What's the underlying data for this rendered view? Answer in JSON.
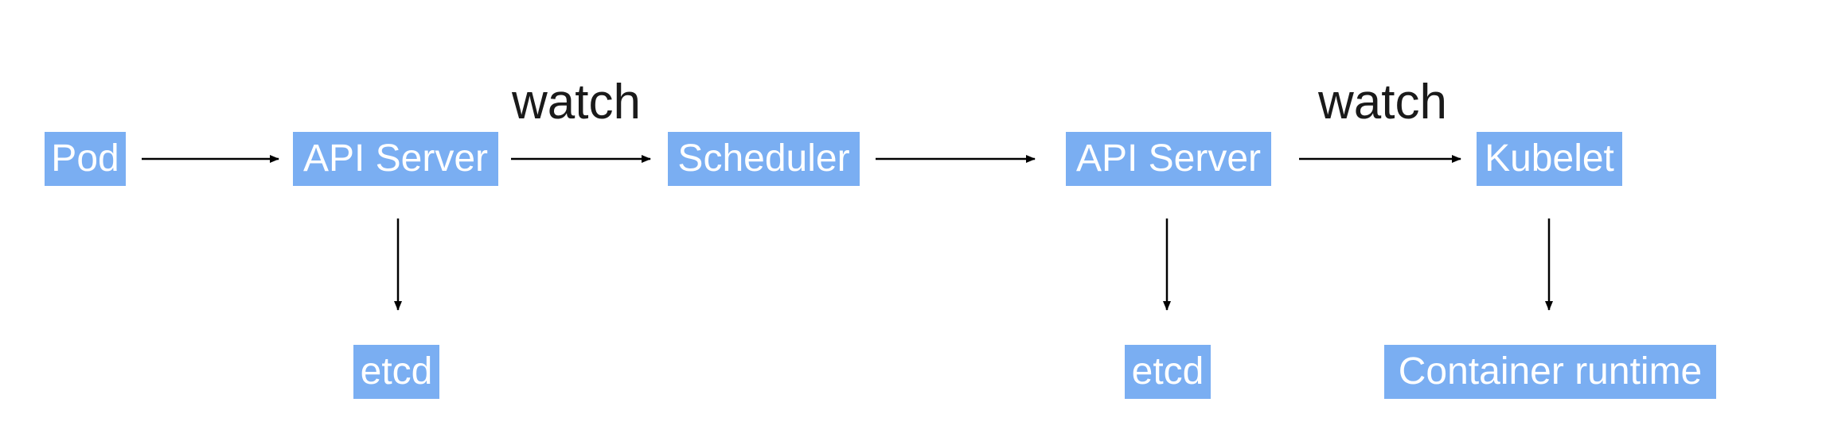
{
  "colors": {
    "node_fill": "#7aaef2",
    "node_text": "#ffffff",
    "edge": "#000000",
    "label": "#1a1a1a"
  },
  "nodes": {
    "pod": "Pod",
    "api_server_1": "API Server",
    "scheduler": "Scheduler",
    "api_server_2": "API Server",
    "kubelet": "Kubelet",
    "etcd_1": "etcd",
    "etcd_2": "etcd",
    "container_runtime": "Container runtime"
  },
  "edge_labels": {
    "api_to_scheduler": "watch",
    "api_to_kubelet": "watch"
  }
}
